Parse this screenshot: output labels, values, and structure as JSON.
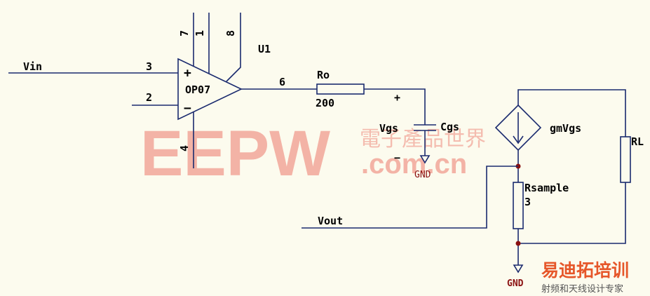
{
  "labels": {
    "vin": "Vin",
    "vout": "Vout",
    "pin3": "3",
    "pin2": "2",
    "pin6": "6",
    "pin7": "7",
    "pin1": "1",
    "pin8": "8",
    "pin4": "4",
    "u1": "U1",
    "opamp": "OP07",
    "plus": "+",
    "minus": "−",
    "ro": "Ro",
    "ro_value": "200",
    "cgs_plus": "+",
    "vgs": "Vgs",
    "cgs": "Cgs",
    "cgs_minus": "−",
    "gnd1": "GND",
    "gmvgs": "gmVgs",
    "rl": "RL",
    "rsample": "Rsample",
    "rsample_value": "3",
    "gnd2": "GND"
  },
  "watermark": {
    "brand": "EEPW",
    "domain": ".com.cn",
    "chinese": "電子產品世界"
  },
  "logo": {
    "main": "易迪拓培训",
    "sub": "射频和天线设计专家"
  },
  "colors": {
    "wire": "#1a2a6e",
    "background": "#fcfbee",
    "watermark": "#f2a79a",
    "gnd_label": "#8a1010"
  }
}
